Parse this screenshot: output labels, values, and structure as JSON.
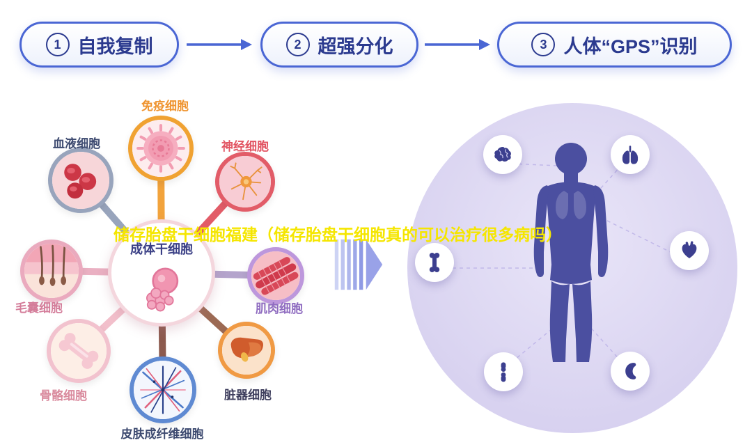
{
  "steps": {
    "items": [
      {
        "num": "1",
        "label": "自我复制"
      },
      {
        "num": "2",
        "label": "超强分化"
      },
      {
        "num": "3",
        "label": "人体“GPS”识别"
      }
    ]
  },
  "cell_map": {
    "center_label": "成体干细胞",
    "satellites": [
      {
        "label": "免疫细胞"
      },
      {
        "label": "血液细胞"
      },
      {
        "label": "神经细胞"
      },
      {
        "label": "毛囊细胞"
      },
      {
        "label": "肌肉细胞"
      },
      {
        "label": "骨骼细胞"
      },
      {
        "label": "脏器细胞"
      },
      {
        "label": "皮肤成纤维细胞"
      }
    ]
  },
  "watermark": "储存胎盘干细胞福建（储存胎盘干细胞真的可以治疗很多病吗）",
  "icons": {
    "step_arrow": "arrow-right-icon",
    "transform_arrow": "striped-arrow-icon",
    "organs": [
      "brain-icon",
      "lungs-icon",
      "bone-icon",
      "heart-icon",
      "joint-icon",
      "kidney-icon"
    ],
    "cells": [
      "immune-cell-icon",
      "blood-cell-icon",
      "nerve-cell-icon",
      "hair-follicle-icon",
      "muscle-cell-icon",
      "bone-cell-icon",
      "organ-cell-icon",
      "skin-fibroblast-icon",
      "stem-cell-icon",
      "human-body-icon"
    ]
  },
  "colors": {
    "step_border": "#4a66d4",
    "step_text": "#2b3a8f",
    "watermark": "#f5e600",
    "body_circle": "#d8d2f0",
    "body_silhouette": "#4b4fa0",
    "immune": "#f0a232",
    "blood": "#98a4bc",
    "nerve": "#e25c68",
    "hair": "#eaaabe",
    "muscle": "#bd97dc",
    "bone": "#f2c2ce",
    "organ": "#f09a44",
    "skin": "#5f8ad2"
  }
}
